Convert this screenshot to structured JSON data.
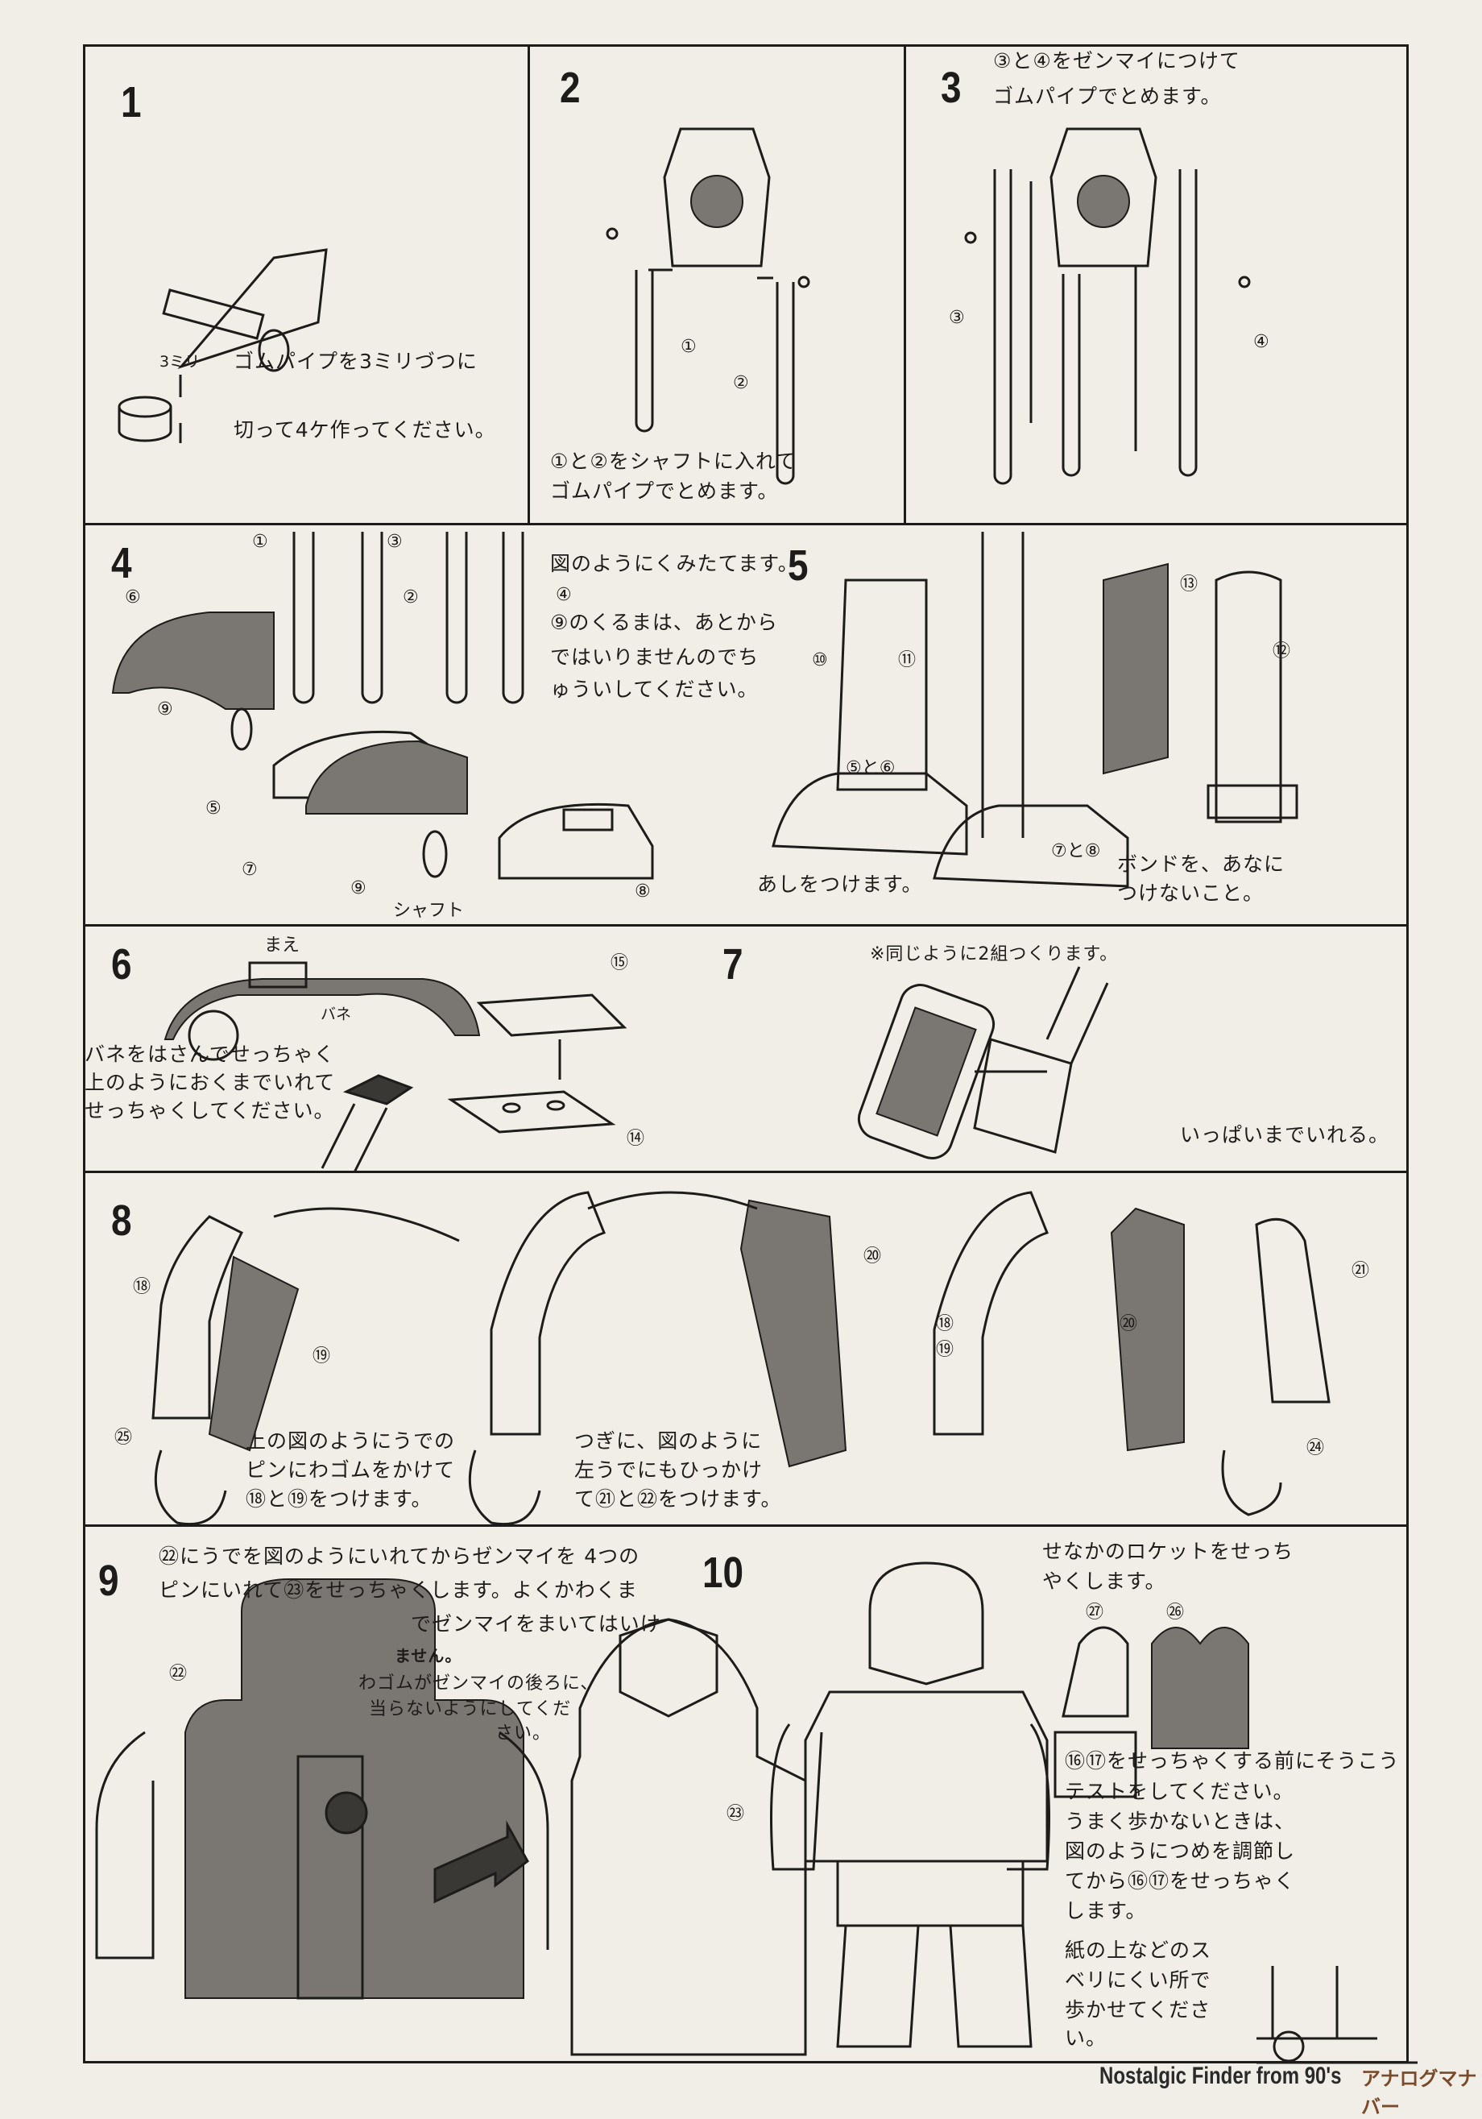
{
  "steps": [
    {
      "number": "1",
      "lines": [
        "ゴムパイプを3ミリづつに",
        "切って4ケ作ってください。"
      ],
      "labels": {
        "size": "3ミリ"
      }
    },
    {
      "number": "2",
      "lines": [
        "①と②をシャフトに入れて",
        "ゴムパイプでとめます。"
      ],
      "labels": {
        "p1": "①",
        "p2": "②"
      }
    },
    {
      "number": "3",
      "lines": [
        "③と④をゼンマイにつけて",
        "ゴムパイプでとめます。"
      ],
      "labels": {
        "p3": "③",
        "p4": "④"
      }
    },
    {
      "number": "4",
      "lines": [
        "図のようにくみたてます。"
      ],
      "note": [
        "⑨のくるまは、あとから",
        "ではいりませんのでち",
        "ゅういしてください。"
      ],
      "labels": {
        "p1": "①",
        "p3": "③",
        "p2": "②",
        "p4": "④",
        "p6": "⑥",
        "p9a": "⑨",
        "p5": "⑤",
        "p7": "⑦",
        "p9b": "⑨",
        "shaft": "シャフト",
        "p8": "⑧"
      }
    },
    {
      "number": "5",
      "lines": [
        "あしをつけます。"
      ],
      "note": [
        "ボンドを、あなに",
        "つけないこと。"
      ],
      "labels": {
        "p10": "⑩",
        "p11": "⑪",
        "p5and6": "⑤と⑥",
        "p7and8": "⑦と⑧",
        "p13": "⑬",
        "p12": "⑫"
      }
    },
    {
      "number": "6",
      "lines": [
        "バネをはさんでせっちゃく",
        "上のようにおくまでいれて",
        "せっちゃくしてください。"
      ],
      "labels": {
        "front": "まえ",
        "spring": "バネ",
        "p15": "⑮",
        "p14": "⑭"
      }
    },
    {
      "number": "7",
      "lines": [
        "※同じように2組つくります。"
      ],
      "note": [
        "いっぱいまでいれる。"
      ]
    },
    {
      "number": "8",
      "lines": [
        "上の図のようにうでの",
        "ピンにわゴムをかけて",
        "⑱と⑲をつけます。"
      ],
      "note": [
        "つぎに、図のように",
        "左うでにもひっかけ",
        "て㉑と㉒をつけます。"
      ],
      "labels": {
        "p18a": "⑱",
        "p19a": "⑲",
        "p25": "㉕",
        "p20a": "⑳",
        "p18b": "⑱",
        "p19b": "⑲",
        "p20b": "⑳",
        "p21": "㉑",
        "p24": "㉔"
      }
    },
    {
      "number": "9",
      "lines": [
        "㉒にうでを図のようにいれてからゼンマイを 4つの",
        "ピンにいれて㉓をせっちゃくします。よくかわくま",
        "でゼンマイをまいてはいけ",
        "ません。"
      ],
      "note": [
        "わゴムがゼンマイの後ろに、",
        "当らないようにしてくだ",
        "さい。"
      ],
      "labels": {
        "p22": "㉒",
        "p23": "㉓"
      }
    },
    {
      "number": "10",
      "lines": [
        "せなかのロケットをせっち",
        "やくします。"
      ],
      "note": [
        "⑯⑰をせっちゃくする前にそうこう",
        "テストをしてください。",
        "うまく歩かないときは、",
        "図のようにつめを調節し",
        "てから⑯⑰をせっちゃく",
        "します。"
      ],
      "note2": [
        "紙の上などのス",
        "ベリにくい所で",
        "歩かせてくださ",
        "い。"
      ],
      "labels": {
        "p27": "㉗",
        "p26": "㉖"
      }
    }
  ],
  "watermark": {
    "text": "Nostalgic Finder from 90's",
    "logo": "アナログマナバー"
  }
}
